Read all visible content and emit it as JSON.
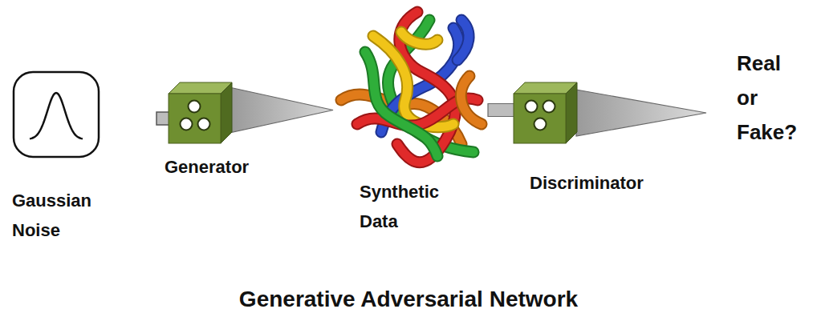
{
  "diagram": {
    "title": "Generative Adversarial Network",
    "nodes": [
      {
        "text": [
          "Gaussian Noise"
        ]
      },
      {
        "text": [
          "Generator"
        ]
      },
      {
        "text": [
          "Synthetic Data"
        ]
      },
      {
        "text": [
          "Discriminator"
        ]
      }
    ],
    "edges": [
      {
        "from": 1,
        "to": 2,
        "arrow": "to"
      },
      {
        "from": 2,
        "to": 3,
        "arrow": "none"
      }
    ],
    "labels": [
      "Real or Fake?"
    ]
  }
}
